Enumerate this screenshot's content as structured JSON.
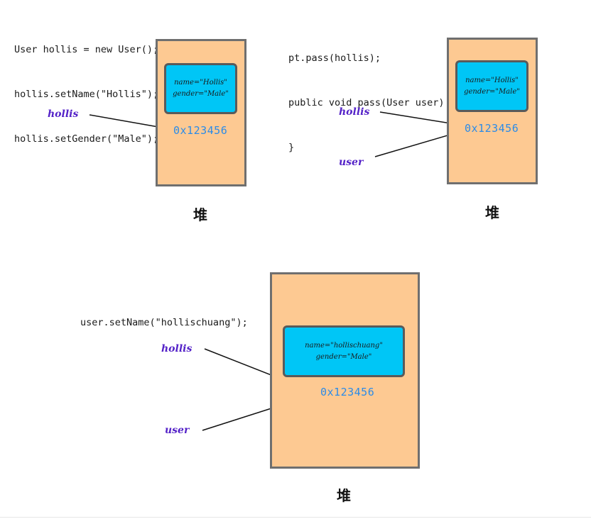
{
  "panel1": {
    "code": [
      "User hollis = new User();",
      "hollis.setName(\"Hollis\");",
      "hollis.setGender(\"Male\");"
    ],
    "object": {
      "name_line": "name=\"Hollis\"",
      "gender_line": "gender=\"Male\""
    },
    "address": "0x123456",
    "refs": [
      "hollis"
    ],
    "heap_label": "堆"
  },
  "panel2": {
    "code": [
      "pt.pass(hollis);",
      "public void pass(User user) {",
      "}"
    ],
    "object": {
      "name_line": "name=\"Hollis\"",
      "gender_line": "gender=\"Male\""
    },
    "address": "0x123456",
    "refs": [
      "hollis",
      "user"
    ],
    "heap_label": "堆"
  },
  "panel3": {
    "code": [
      "user.setName(\"hollischuang\");"
    ],
    "object": {
      "name_line": "name=\"hollischuang\"",
      "gender_line": "gender=\"Male\""
    },
    "address": "0x123456",
    "refs": [
      "hollis",
      "user"
    ],
    "heap_label": "堆"
  },
  "colors": {
    "heap_fill": "#fdc992",
    "object_fill": "#00c6f6",
    "address_text": "#2b8be8",
    "variable_text": "#5422c8",
    "outline": "#6f6f6f"
  }
}
